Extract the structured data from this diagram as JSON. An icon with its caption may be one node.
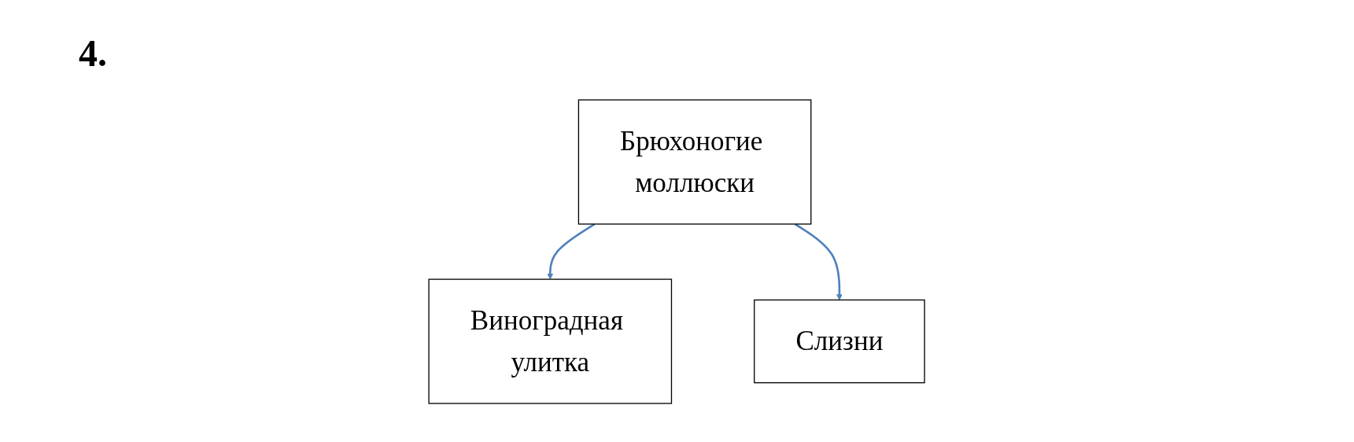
{
  "diagram": {
    "title": "4.",
    "nodes": [
      {
        "text": [
          "Брюхоногие моллюски"
        ]
      },
      {
        "text": [
          "Виноградная улитка"
        ]
      },
      {
        "text": [
          "Слизни"
        ]
      }
    ],
    "edges": [
      {
        "from": 0,
        "to": 1,
        "arrow": "to"
      },
      {
        "from": 0,
        "to": 2,
        "arrow": "to"
      }
    ]
  }
}
